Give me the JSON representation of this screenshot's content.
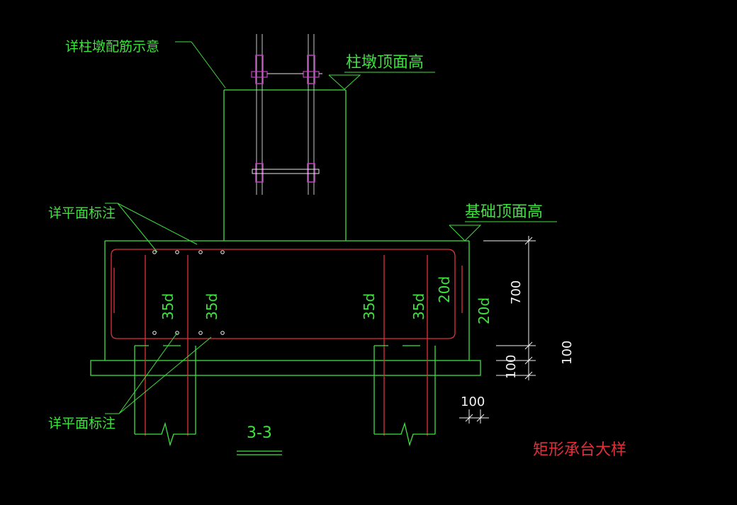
{
  "labels": {
    "pier_rebar_note": "详柱墩配筋示意",
    "pier_top_elev": "柱墩顶面高",
    "foundation_top_elev": "基础顶面高",
    "plan_note_upper": "详平面标注",
    "plan_note_lower": "详平面标注",
    "section_mark": "3-3",
    "title": "矩形承台大样"
  },
  "anchorages": {
    "a1": "35d",
    "a2": "35d",
    "a3": "35d",
    "a4": "35d",
    "a5": "20d",
    "a6": "20d"
  },
  "dimensions": {
    "height_700": "700",
    "bottom_100_a": "100",
    "bottom_100_b": "100",
    "cover_100": "100"
  },
  "colors": {
    "background": "#000000",
    "concrete_line": "#3fe13f",
    "rebar": "#e0303a",
    "dimension": "#f2f2f2",
    "bolt": "#c040c0",
    "title": "#e0303a"
  }
}
